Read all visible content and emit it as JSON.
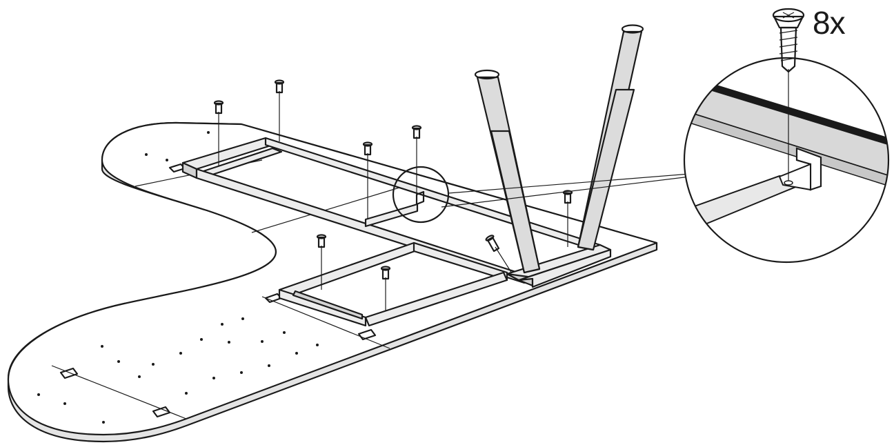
{
  "instruction": {
    "quantity_label": "8x"
  },
  "parts": {
    "screw_icon": "screw-icon",
    "leg_icon": "table-leg",
    "detail_icon": "magnified-bracket-detail"
  },
  "colors": {
    "line": "#1a1a1a",
    "fill_light": "#ececec",
    "fill_mid": "#d2d2d2"
  }
}
